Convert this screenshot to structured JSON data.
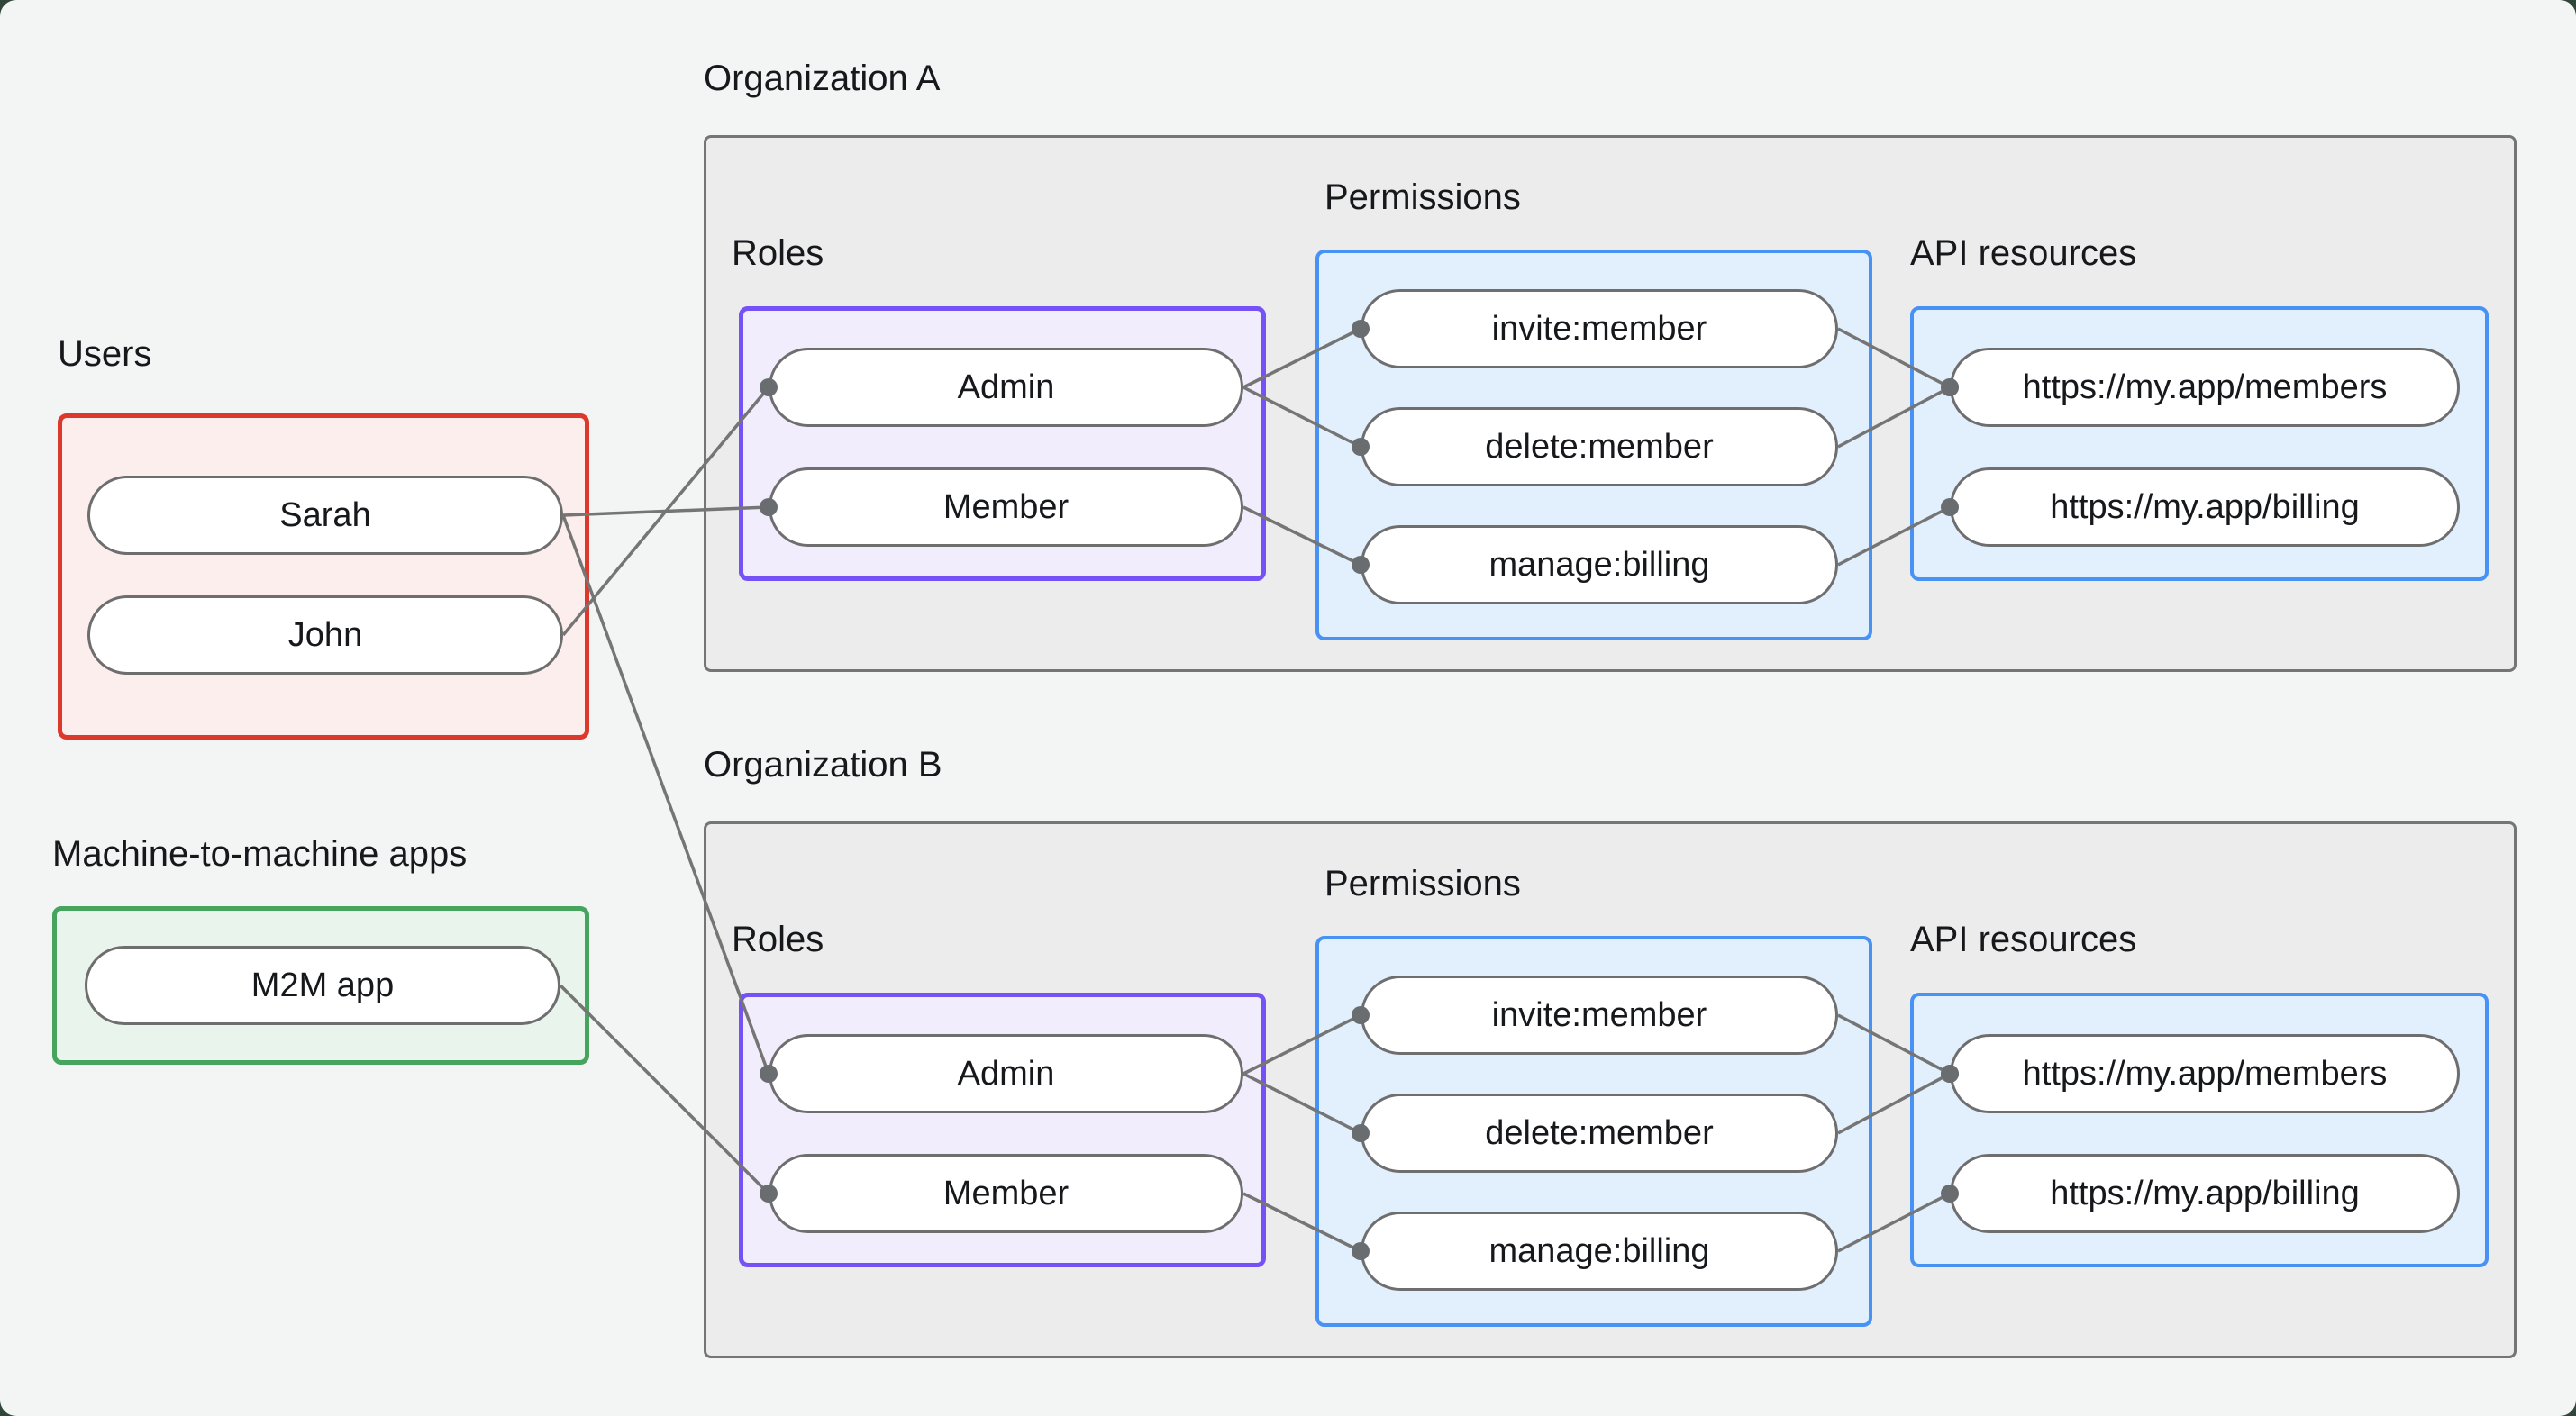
{
  "theme": {
    "bg": "#f3f5f4",
    "frame": "#30463a",
    "text": "#17181c",
    "org_fill": "#ececec",
    "org_border": "#757575",
    "pill_border": "#6e6e6e",
    "line": "#757575",
    "dot": "#696d70",
    "red_border": "#dc382c",
    "red_fill": "#fceeec",
    "green_border": "#46a45e",
    "green_fill": "#e9f4ec",
    "purple_border": "#7452f5",
    "purple_fill": "#f2edfc",
    "blue_border": "#4792f2",
    "blue_fill": "#e2effc"
  },
  "users_section": {
    "label": "Users",
    "items": [
      {
        "id": "sarah",
        "label": "Sarah"
      },
      {
        "id": "john",
        "label": "John"
      }
    ]
  },
  "m2m_section": {
    "label": "Machine-to-machine apps",
    "items": [
      {
        "id": "m2m",
        "label": "M2M app"
      }
    ]
  },
  "orgs": [
    {
      "id": "orgA",
      "title": "Organization A",
      "roles_label": "Roles",
      "permissions_label": "Permissions",
      "api_label": "API resources",
      "roles": [
        {
          "id": "orgA-admin",
          "label": "Admin"
        },
        {
          "id": "orgA-member",
          "label": "Member"
        }
      ],
      "permissions": [
        {
          "id": "orgA-invite",
          "label": "invite:member"
        },
        {
          "id": "orgA-delete",
          "label": "delete:member"
        },
        {
          "id": "orgA-manage",
          "label": "manage:billing"
        }
      ],
      "api_resources": [
        {
          "id": "orgA-members",
          "label": "https://my.app/members"
        },
        {
          "id": "orgA-billing",
          "label": "https://my.app/billing"
        }
      ]
    },
    {
      "id": "orgB",
      "title": "Organization B",
      "roles_label": "Roles",
      "permissions_label": "Permissions",
      "api_label": "API resources",
      "roles": [
        {
          "id": "orgB-admin",
          "label": "Admin"
        },
        {
          "id": "orgB-member",
          "label": "Member"
        }
      ],
      "permissions": [
        {
          "id": "orgB-invite",
          "label": "invite:member"
        },
        {
          "id": "orgB-delete",
          "label": "delete:member"
        },
        {
          "id": "orgB-manage",
          "label": "manage:billing"
        }
      ],
      "api_resources": [
        {
          "id": "orgB-members",
          "label": "https://my.app/members"
        },
        {
          "id": "orgB-billing",
          "label": "https://my.app/billing"
        }
      ]
    }
  ],
  "edges": [
    {
      "from": "sarah",
      "to": "orgA-member"
    },
    {
      "from": "john",
      "to": "orgA-admin"
    },
    {
      "from": "sarah",
      "to": "orgB-admin"
    },
    {
      "from": "m2m",
      "to": "orgB-member"
    },
    {
      "from": "orgA-admin",
      "to": "orgA-invite"
    },
    {
      "from": "orgA-admin",
      "to": "orgA-delete"
    },
    {
      "from": "orgA-member",
      "to": "orgA-manage"
    },
    {
      "from": "orgA-invite",
      "to": "orgA-members"
    },
    {
      "from": "orgA-delete",
      "to": "orgA-members"
    },
    {
      "from": "orgA-manage",
      "to": "orgA-billing"
    },
    {
      "from": "orgB-admin",
      "to": "orgB-invite"
    },
    {
      "from": "orgB-admin",
      "to": "orgB-delete"
    },
    {
      "from": "orgB-member",
      "to": "orgB-manage"
    },
    {
      "from": "orgB-invite",
      "to": "orgB-members"
    },
    {
      "from": "orgB-delete",
      "to": "orgB-members"
    },
    {
      "from": "orgB-manage",
      "to": "orgB-billing"
    }
  ]
}
